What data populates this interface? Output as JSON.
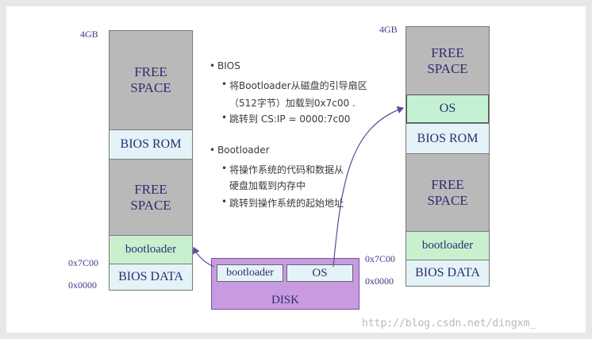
{
  "left_memory": {
    "top_label": "4GB",
    "blocks": [
      {
        "label_line1": "FREE",
        "label_line2": "SPACE"
      },
      {
        "label": "BIOS ROM"
      },
      {
        "label_line1": "FREE",
        "label_line2": "SPACE"
      },
      {
        "label": "bootloader"
      },
      {
        "label": "BIOS DATA"
      }
    ],
    "addr_7c00": "0x7C00",
    "addr_0000": "0x0000"
  },
  "right_memory": {
    "top_label": "4GB",
    "blocks": [
      {
        "label_line1": "FREE",
        "label_line2": "SPACE"
      },
      {
        "label": "OS"
      },
      {
        "label": "BIOS ROM"
      },
      {
        "label_line1": "FREE",
        "label_line2": "SPACE"
      },
      {
        "label": "bootloader"
      },
      {
        "label": "BIOS DATA"
      }
    ],
    "addr_7c00": "0x7C00",
    "addr_0000": "0x0000"
  },
  "disk": {
    "label": "DISK",
    "cells": [
      "bootloader",
      "OS"
    ]
  },
  "notes": {
    "bios": {
      "title": "BIOS",
      "items": [
        "将Bootloader从磁盘的引导扇区",
        "（512字节）加载到0x7c00 .",
        "跳转到 CS:IP = 0000:7c00"
      ]
    },
    "bootloader": {
      "title": "Bootloader",
      "items": [
        "将操作系统的代码和数据从",
        "硬盘加载到内存中",
        "跳转到操作系统的起始地址"
      ]
    }
  },
  "watermark": "http://blog.csdn.net/dingxm_"
}
